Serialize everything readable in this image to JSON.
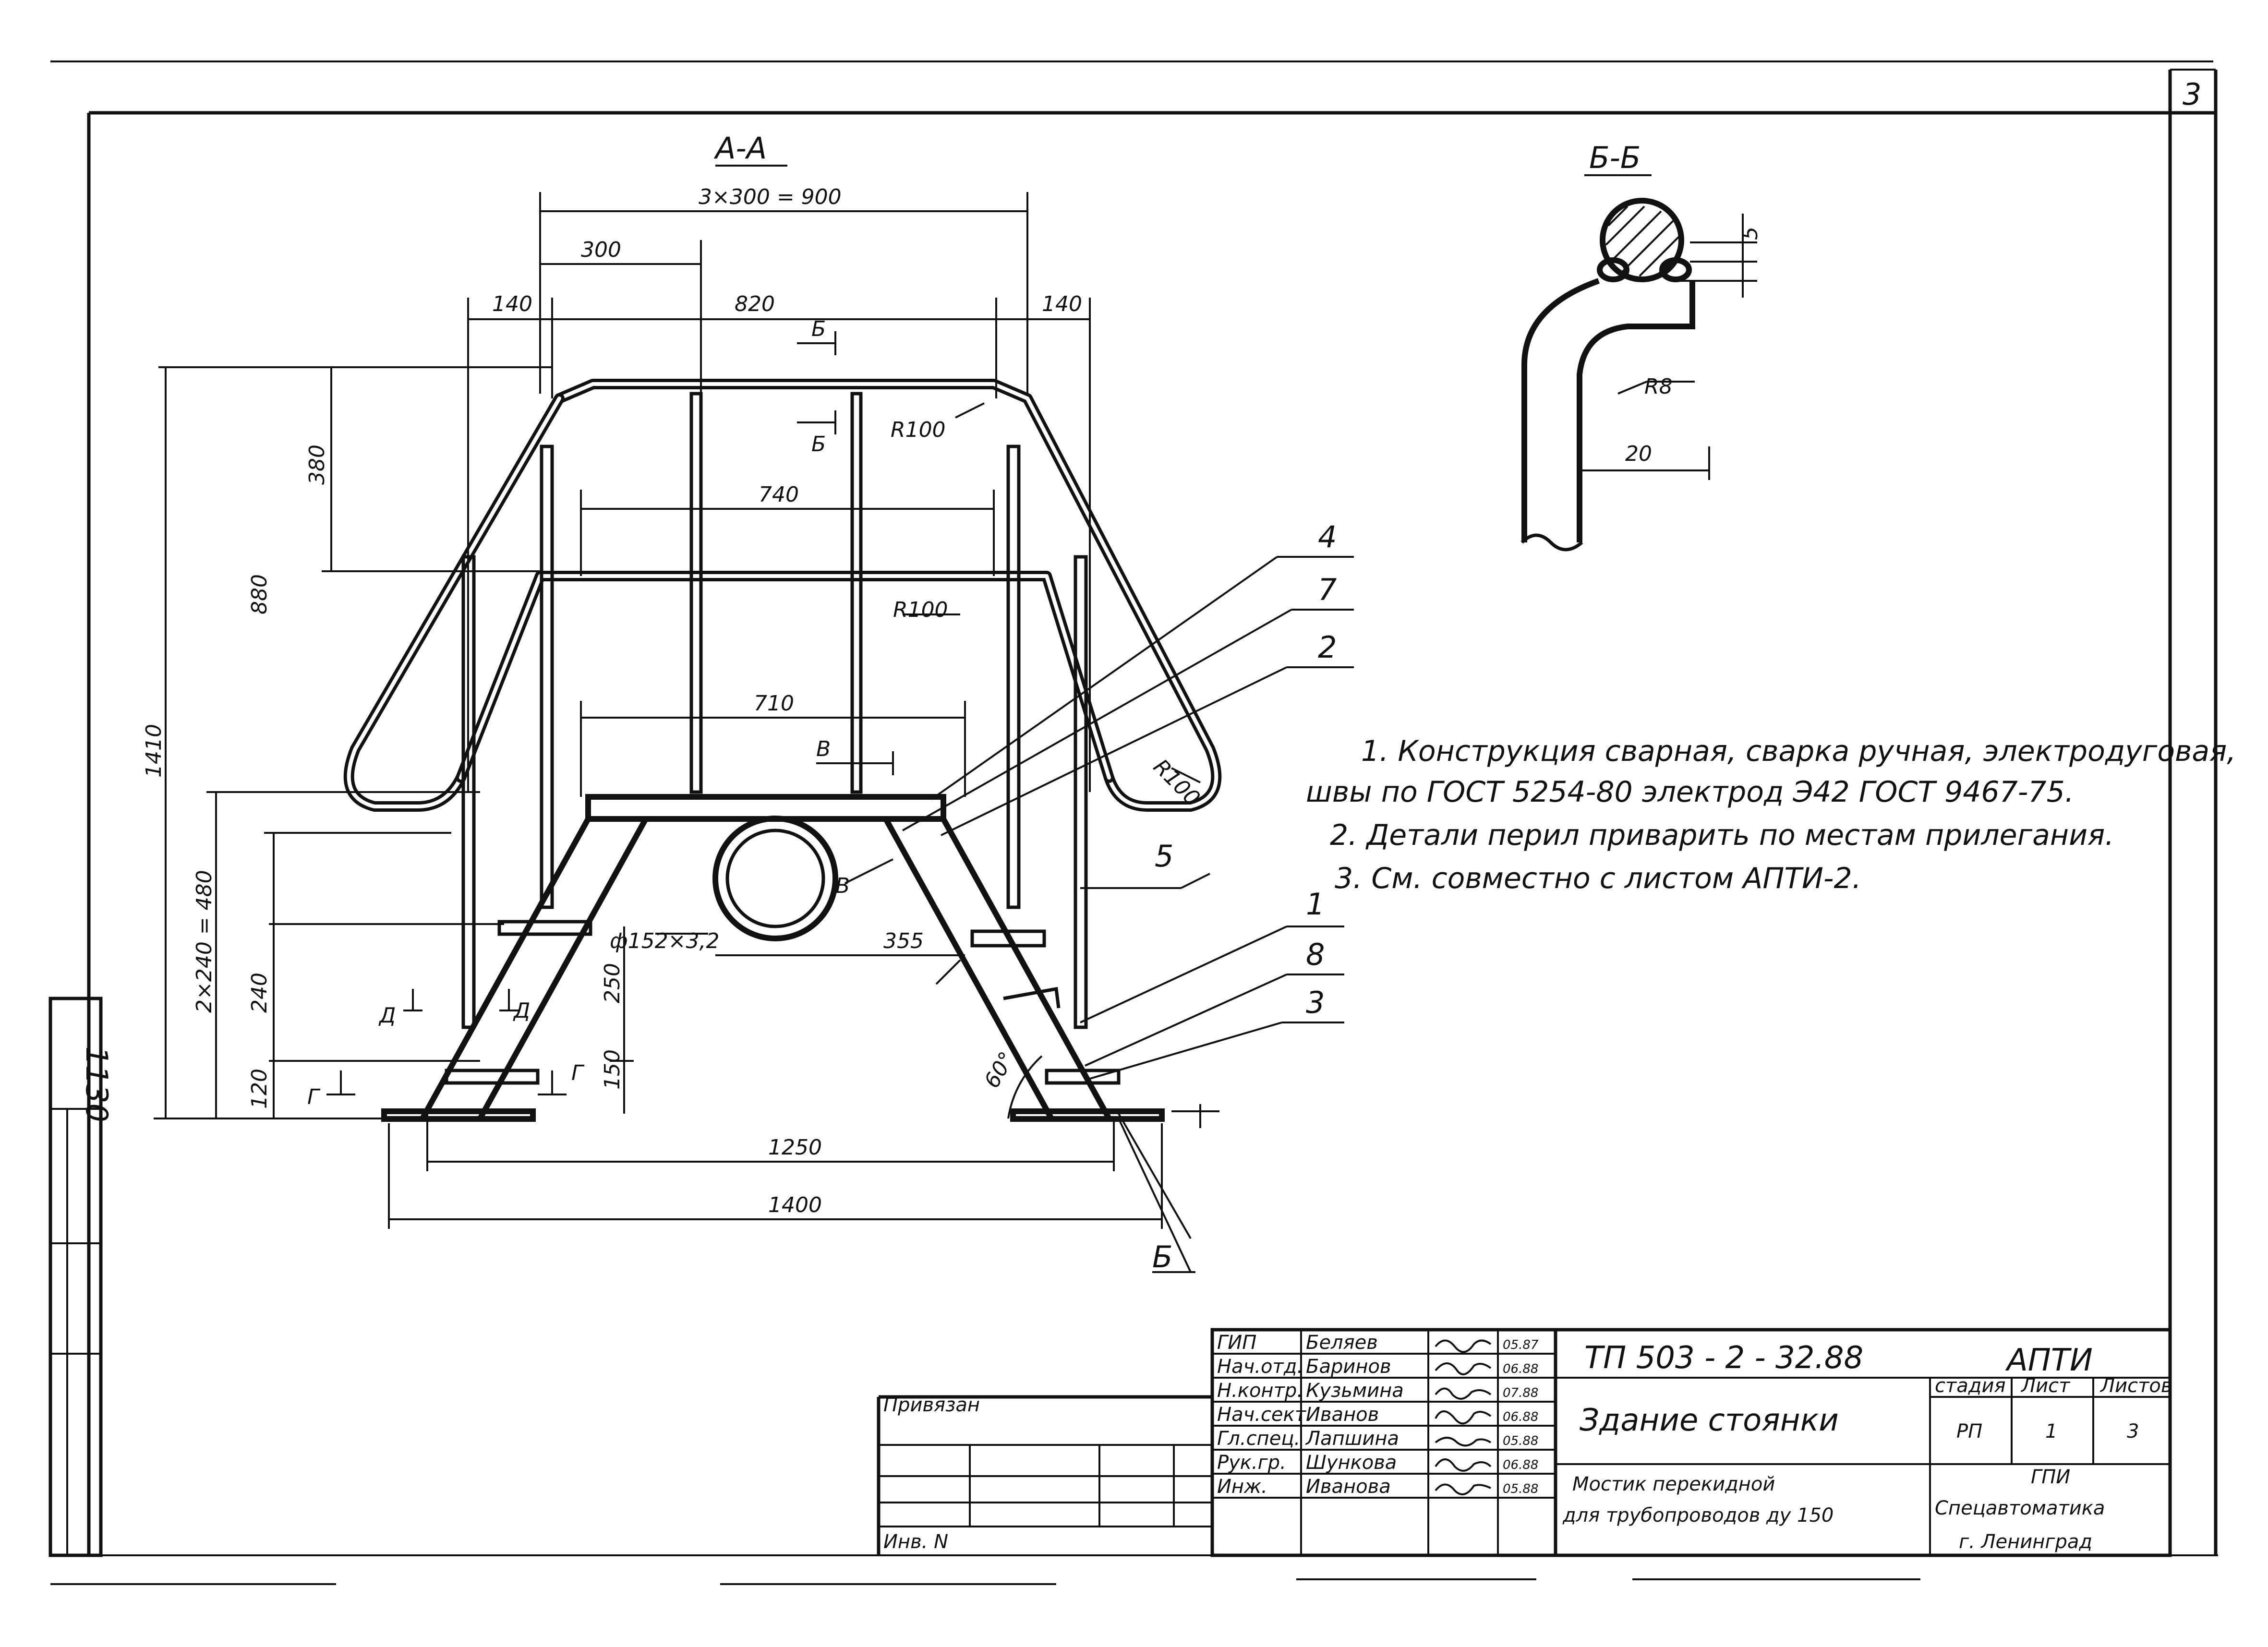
{
  "sheet": {
    "number": "3",
    "margin_code": "1130"
  },
  "section_aa": {
    "label": "A-A",
    "dims": {
      "d_900": "3×300 = 900",
      "d_300": "300",
      "d_140_left": "140",
      "d_820": "820",
      "d_140_right": "140",
      "d_380": "380",
      "d_740": "740",
      "d_880": "880",
      "d_1410": "1410",
      "d_710": "710",
      "d_480": "2×240 = 480",
      "d_240": "240",
      "d_120": "120",
      "d_250": "250",
      "d_150": "150",
      "d_355": "355",
      "d_1250": "1250",
      "d_1400": "1400",
      "angle": "60°",
      "pipe": "ф152×3,2",
      "r100_a": "R100",
      "r100_b": "R100",
      "r100_c": "R100"
    },
    "cuts": {
      "b1": "Б",
      "b2": "Б",
      "v1": "В",
      "v2": "В",
      "d1": "Д",
      "d2": "Д",
      "g1": "Г",
      "g2": "Г",
      "bottom": "Б"
    },
    "positions": [
      "4",
      "7",
      "2",
      "5",
      "1",
      "8",
      "3"
    ]
  },
  "section_bb": {
    "label": "Б-Б",
    "d_5": "5",
    "r8": "R8",
    "d_20": "20"
  },
  "notes": [
    "1. Конструкция сварная, сварка ручная, электродуговая,",
    "швы по ГОСТ 5254-80 электрод Э42 ГОСТ 9467-75.",
    "2. Детали перил приварить по местам прилегания.",
    "3. См. совместно с листом АПТИ-2."
  ],
  "title_block": {
    "code": "ТП 503 - 2 - 32.88",
    "section": "АПТИ",
    "building": "Здание стоянки",
    "drawing_title_1": "Мостик перекидной",
    "drawing_title_2": "для трубопроводов ду 150",
    "org_1": "ГПИ",
    "org_2": "Спецавтоматика",
    "org_3": "г. Ленинград",
    "stage_header": "стадия",
    "sheet_header": "Лист",
    "sheets_header": "Листов",
    "stage": "РП",
    "sheet": "1",
    "sheets": "3",
    "privyazan": "Привязан",
    "inv_no": "Инв. N",
    "staff": [
      {
        "role": "ГИП",
        "name": "Беляев",
        "date": "05.87"
      },
      {
        "role": "Нач.отд.",
        "name": "Баринов",
        "date": "06.88"
      },
      {
        "role": "Н.контр.",
        "name": "Кузьмина",
        "date": "07.88"
      },
      {
        "role": "Нач.сект.",
        "name": "Иванов",
        "date": "06.88"
      },
      {
        "role": "Гл.спец.",
        "name": "Лапшина",
        "date": "05.88"
      },
      {
        "role": "Рук.гр.",
        "name": "Шункова",
        "date": "06.88"
      },
      {
        "role": "Инж.",
        "name": "Иванова",
        "date": "05.88"
      }
    ]
  }
}
